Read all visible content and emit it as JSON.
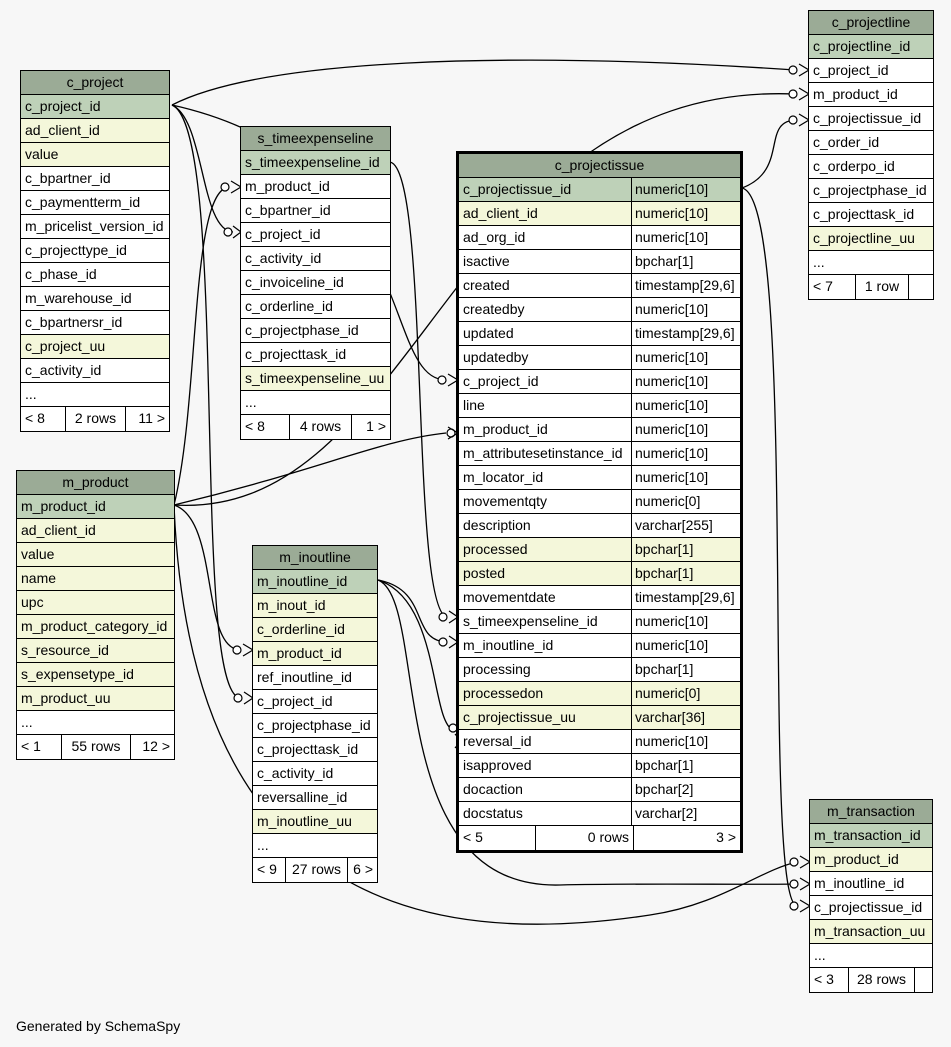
{
  "colors": {
    "header": "#9bab96",
    "primary_key": "#bed1b8",
    "indexed": "#f4f7da",
    "plain": "#ffffff",
    "background": "#f7f7f7"
  },
  "generated_by": "Generated by SchemaSpy",
  "tables": {
    "c_projectissue": {
      "name": "c_projectissue",
      "columns": [
        {
          "name": "c_projectissue_id",
          "type": "numeric[10]",
          "kind": "pk"
        },
        {
          "name": "ad_client_id",
          "type": "numeric[10]",
          "kind": "idx"
        },
        {
          "name": "ad_org_id",
          "type": "numeric[10]",
          "kind": "plain"
        },
        {
          "name": "isactive",
          "type": "bpchar[1]",
          "kind": "plain"
        },
        {
          "name": "created",
          "type": "timestamp[29,6]",
          "kind": "plain"
        },
        {
          "name": "createdby",
          "type": "numeric[10]",
          "kind": "plain"
        },
        {
          "name": "updated",
          "type": "timestamp[29,6]",
          "kind": "plain"
        },
        {
          "name": "updatedby",
          "type": "numeric[10]",
          "kind": "plain"
        },
        {
          "name": "c_project_id",
          "type": "numeric[10]",
          "kind": "plain"
        },
        {
          "name": "line",
          "type": "numeric[10]",
          "kind": "plain"
        },
        {
          "name": "m_product_id",
          "type": "numeric[10]",
          "kind": "plain"
        },
        {
          "name": "m_attributesetinstance_id",
          "type": "numeric[10]",
          "kind": "plain"
        },
        {
          "name": "m_locator_id",
          "type": "numeric[10]",
          "kind": "plain"
        },
        {
          "name": "movementqty",
          "type": "numeric[0]",
          "kind": "plain"
        },
        {
          "name": "description",
          "type": "varchar[255]",
          "kind": "plain"
        },
        {
          "name": "processed",
          "type": "bpchar[1]",
          "kind": "idx"
        },
        {
          "name": "posted",
          "type": "bpchar[1]",
          "kind": "idx"
        },
        {
          "name": "movementdate",
          "type": "timestamp[29,6]",
          "kind": "plain"
        },
        {
          "name": "s_timeexpenseline_id",
          "type": "numeric[10]",
          "kind": "plain"
        },
        {
          "name": "m_inoutline_id",
          "type": "numeric[10]",
          "kind": "plain"
        },
        {
          "name": "processing",
          "type": "bpchar[1]",
          "kind": "plain"
        },
        {
          "name": "processedon",
          "type": "numeric[0]",
          "kind": "idx"
        },
        {
          "name": "c_projectissue_uu",
          "type": "varchar[36]",
          "kind": "idx"
        },
        {
          "name": "reversal_id",
          "type": "numeric[10]",
          "kind": "plain"
        },
        {
          "name": "isapproved",
          "type": "bpchar[1]",
          "kind": "plain"
        },
        {
          "name": "docaction",
          "type": "bpchar[2]",
          "kind": "plain"
        },
        {
          "name": "docstatus",
          "type": "varchar[2]",
          "kind": "plain"
        }
      ],
      "footer": [
        "< 5",
        "0 rows",
        "3 >"
      ]
    },
    "c_project": {
      "name": "c_project",
      "columns": [
        {
          "name": "c_project_id",
          "kind": "pk"
        },
        {
          "name": "ad_client_id",
          "kind": "idx"
        },
        {
          "name": "value",
          "kind": "idx"
        },
        {
          "name": "c_bpartner_id",
          "kind": "plain"
        },
        {
          "name": "c_paymentterm_id",
          "kind": "plain"
        },
        {
          "name": "m_pricelist_version_id",
          "kind": "plain"
        },
        {
          "name": "c_projecttype_id",
          "kind": "plain"
        },
        {
          "name": "c_phase_id",
          "kind": "plain"
        },
        {
          "name": "m_warehouse_id",
          "kind": "plain"
        },
        {
          "name": "c_bpartnersr_id",
          "kind": "plain"
        },
        {
          "name": "c_project_uu",
          "kind": "idx"
        },
        {
          "name": "c_activity_id",
          "kind": "plain"
        },
        {
          "name": "...",
          "kind": "plain"
        }
      ],
      "footer": [
        "< 8",
        "2 rows",
        "11 >"
      ]
    },
    "s_timeexpenseline": {
      "name": "s_timeexpenseline",
      "columns": [
        {
          "name": "s_timeexpenseline_id",
          "kind": "pk"
        },
        {
          "name": "m_product_id",
          "kind": "plain"
        },
        {
          "name": "c_bpartner_id",
          "kind": "plain"
        },
        {
          "name": "c_project_id",
          "kind": "plain"
        },
        {
          "name": "c_activity_id",
          "kind": "plain"
        },
        {
          "name": "c_invoiceline_id",
          "kind": "plain"
        },
        {
          "name": "c_orderline_id",
          "kind": "plain"
        },
        {
          "name": "c_projectphase_id",
          "kind": "plain"
        },
        {
          "name": "c_projecttask_id",
          "kind": "plain"
        },
        {
          "name": "s_timeexpenseline_uu",
          "kind": "idx"
        },
        {
          "name": "...",
          "kind": "plain"
        }
      ],
      "footer": [
        "< 8",
        "4 rows",
        "1 >"
      ]
    },
    "m_product": {
      "name": "m_product",
      "columns": [
        {
          "name": "m_product_id",
          "kind": "pk"
        },
        {
          "name": "ad_client_id",
          "kind": "idx"
        },
        {
          "name": "value",
          "kind": "idx"
        },
        {
          "name": "name",
          "kind": "idx"
        },
        {
          "name": "upc",
          "kind": "idx"
        },
        {
          "name": "m_product_category_id",
          "kind": "idx"
        },
        {
          "name": "s_resource_id",
          "kind": "idx"
        },
        {
          "name": "s_expensetype_id",
          "kind": "idx"
        },
        {
          "name": "m_product_uu",
          "kind": "idx"
        },
        {
          "name": "...",
          "kind": "plain"
        }
      ],
      "footer": [
        "< 1",
        "55 rows",
        "12 >"
      ]
    },
    "m_inoutline": {
      "name": "m_inoutline",
      "columns": [
        {
          "name": "m_inoutline_id",
          "kind": "pk"
        },
        {
          "name": "m_inout_id",
          "kind": "idx"
        },
        {
          "name": "c_orderline_id",
          "kind": "idx"
        },
        {
          "name": "m_product_id",
          "kind": "idx"
        },
        {
          "name": "ref_inoutline_id",
          "kind": "plain"
        },
        {
          "name": "c_project_id",
          "kind": "plain"
        },
        {
          "name": "c_projectphase_id",
          "kind": "plain"
        },
        {
          "name": "c_projecttask_id",
          "kind": "plain"
        },
        {
          "name": "c_activity_id",
          "kind": "plain"
        },
        {
          "name": "reversalline_id",
          "kind": "plain"
        },
        {
          "name": "m_inoutline_uu",
          "kind": "idx"
        },
        {
          "name": "...",
          "kind": "plain"
        }
      ],
      "footer": [
        "< 9",
        "27 rows",
        "6 >"
      ]
    },
    "c_projectline": {
      "name": "c_projectline",
      "columns": [
        {
          "name": "c_projectline_id",
          "kind": "pk"
        },
        {
          "name": "c_project_id",
          "kind": "plain"
        },
        {
          "name": "m_product_id",
          "kind": "plain"
        },
        {
          "name": "c_projectissue_id",
          "kind": "plain"
        },
        {
          "name": "c_order_id",
          "kind": "plain"
        },
        {
          "name": "c_orderpo_id",
          "kind": "plain"
        },
        {
          "name": "c_projectphase_id",
          "kind": "plain"
        },
        {
          "name": "c_projecttask_id",
          "kind": "plain"
        },
        {
          "name": "c_projectline_uu",
          "kind": "idx"
        },
        {
          "name": "...",
          "kind": "plain"
        }
      ],
      "footer": [
        "< 7",
        "1 row",
        ""
      ]
    },
    "m_transaction": {
      "name": "m_transaction",
      "columns": [
        {
          "name": "m_transaction_id",
          "kind": "pk"
        },
        {
          "name": "m_product_id",
          "kind": "idx"
        },
        {
          "name": "m_inoutline_id",
          "kind": "plain"
        },
        {
          "name": "c_projectissue_id",
          "kind": "plain"
        },
        {
          "name": "m_transaction_uu",
          "kind": "idx"
        },
        {
          "name": "...",
          "kind": "plain"
        }
      ],
      "footer": [
        "< 3",
        "28 rows",
        ""
      ]
    }
  }
}
